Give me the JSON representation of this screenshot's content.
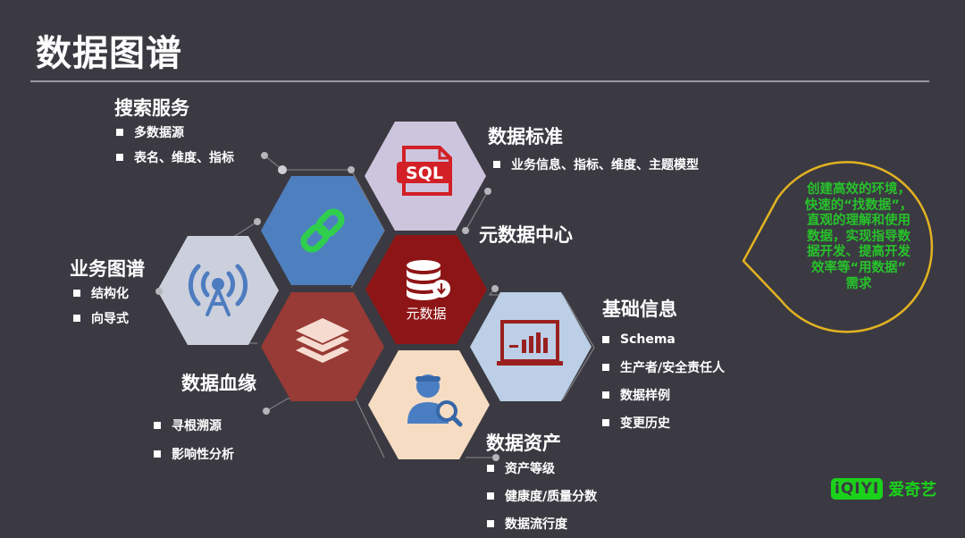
{
  "title": "数据图谱",
  "center": {
    "label": "元数据",
    "icon": "database-icon",
    "color": "#8e1516"
  },
  "hub_label": "元数据中心",
  "sections": {
    "search": {
      "title": "搜索服务",
      "items": [
        "多数据源",
        "表名、维度、指标"
      ],
      "icon": "link-icon",
      "color": "#4e80c0"
    },
    "standard": {
      "title": "数据标准",
      "items": [
        "业务信息、指标、维度、主题模型"
      ],
      "icon": "sql-file-icon",
      "color": "#cdc5de"
    },
    "business_graph": {
      "title": "业务图谱",
      "items": [
        "结构化",
        "向导式"
      ],
      "icon": "antenna-icon",
      "color": "#cbd0dc"
    },
    "basic_info": {
      "title": "基础信息",
      "items": [
        "Schema",
        "生产者/安全责任人",
        "数据样例",
        "变更历史"
      ],
      "icon": "bar-chart-icon",
      "color": "#bccfe6"
    },
    "lineage": {
      "title": "数据血缘",
      "items": [
        "寻根溯源",
        "影响性分析"
      ],
      "icon": "layers-icon",
      "color": "#983a35"
    },
    "asset": {
      "title": "数据资产",
      "items": [
        "资产等级",
        "健康度/质量分数",
        "数据流行度"
      ],
      "icon": "user-search-icon",
      "color": "#f6dcc2"
    }
  },
  "bubble": {
    "lines": [
      "创建高效的环境，",
      "快速的“找数据”，",
      "直观的理解和使用",
      "数据，实现指导数",
      "据开发、提高开发",
      "效率等“用数据”",
      "需求"
    ],
    "border_color": "#e2b321",
    "text_color": "#27c22a"
  },
  "logo": {
    "mark": "iQIYI",
    "text": "爱奇艺",
    "color": "#1bd11b"
  }
}
